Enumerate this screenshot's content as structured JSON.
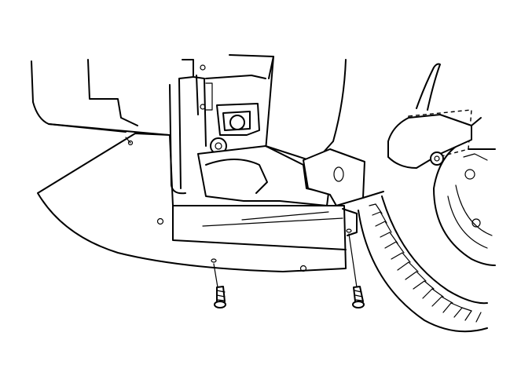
{
  "diagram": {
    "parts": [
      {
        "id": "splash-shield",
        "icon": "shield-panel"
      },
      {
        "id": "screw-left",
        "icon": "screw-icon"
      },
      {
        "id": "screw-right",
        "icon": "screw-icon"
      },
      {
        "id": "front-tire",
        "icon": "tire-icon"
      },
      {
        "id": "frame-rail",
        "icon": "frame-icon"
      }
    ],
    "colors": {
      "line": "#000000",
      "background": "#ffffff"
    }
  }
}
